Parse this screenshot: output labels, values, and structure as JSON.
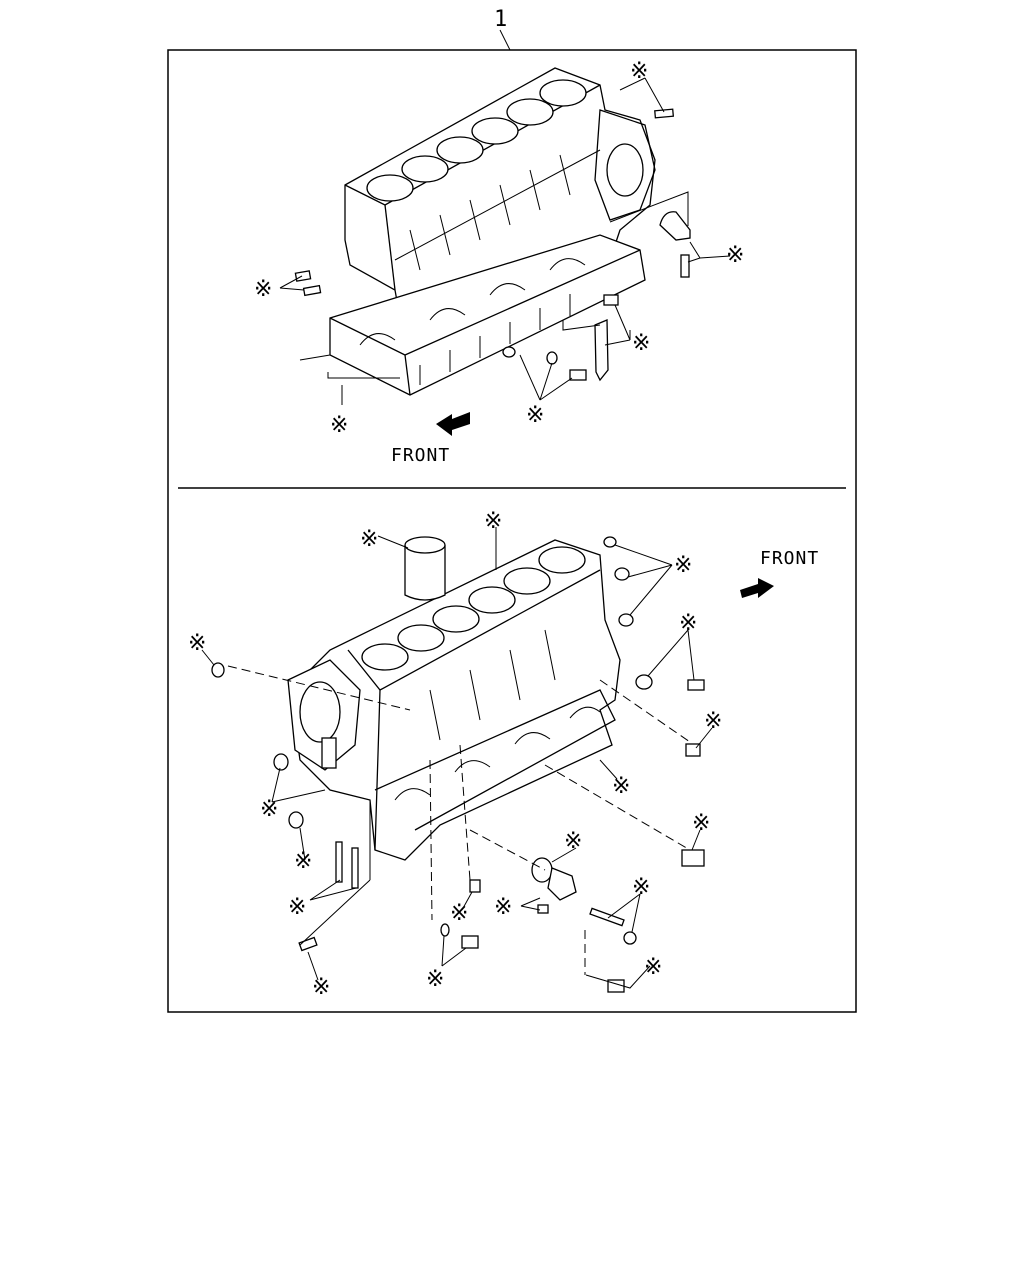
{
  "part_number": "1",
  "upper_view": {
    "front_label": "FRONT"
  },
  "lower_view": {
    "front_label": "FRONT"
  },
  "marker_symbol": "※"
}
